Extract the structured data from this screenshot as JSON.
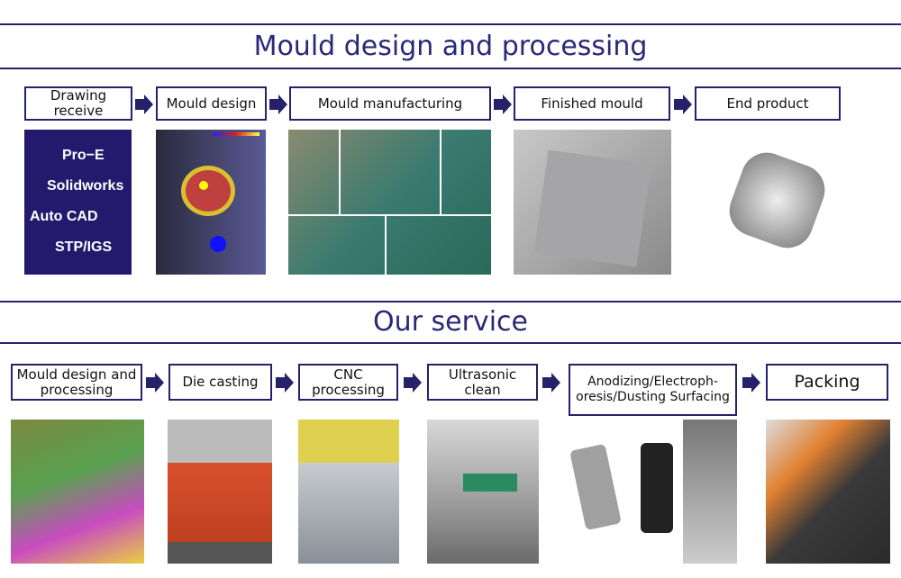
{
  "section1": {
    "title": "Mould design and processing",
    "steps": [
      "Drawing receive",
      "Mould design",
      "Mould manufacturing",
      "Finished mould",
      "End product"
    ],
    "software": [
      "Pro−E",
      "Solidworks",
      "Auto CAD",
      "STP/IGS"
    ]
  },
  "section2": {
    "title": "Our service",
    "steps": [
      "Mould design and processing",
      "Die casting",
      "CNC processing",
      "Ultrasonic clean",
      "Anodizing/Electroph-oresis/Dusting Surfacing",
      "Packing"
    ]
  },
  "colors": {
    "navy": "#25216a",
    "title": "#2a2878"
  }
}
